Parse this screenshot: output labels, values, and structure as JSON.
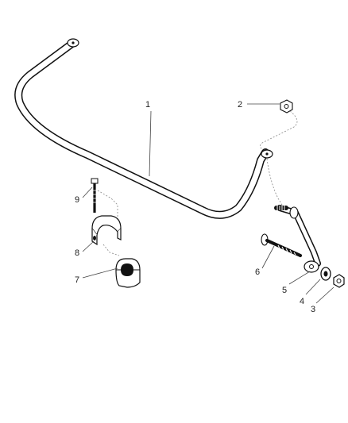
{
  "callouts": [
    {
      "id": "1",
      "part": "stabilizer-bar"
    },
    {
      "id": "2",
      "part": "nut"
    },
    {
      "id": "3",
      "part": "nut"
    },
    {
      "id": "4",
      "part": "washer"
    },
    {
      "id": "5",
      "part": "link"
    },
    {
      "id": "6",
      "part": "bolt"
    },
    {
      "id": "7",
      "part": "bushing"
    },
    {
      "id": "8",
      "part": "clamp"
    },
    {
      "id": "9",
      "part": "bolt"
    }
  ]
}
